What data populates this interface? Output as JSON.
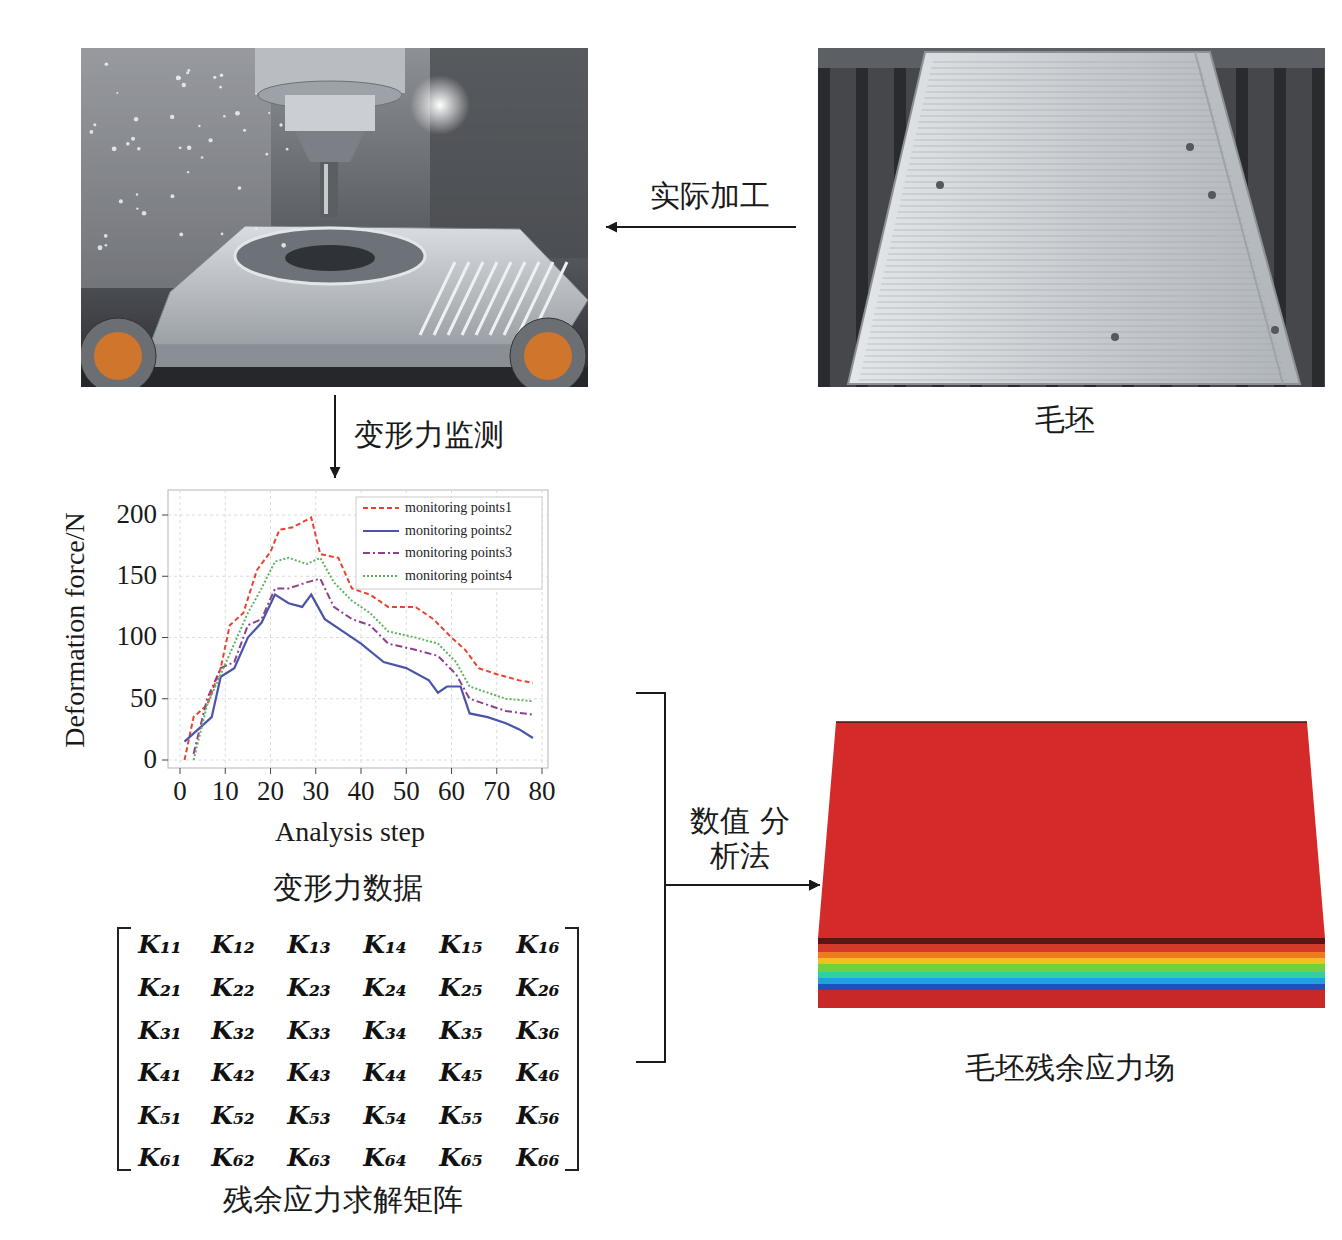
{
  "diagram": {
    "nodes": [
      {
        "text": []
      },
      {
        "text": [
          "毛坯"
        ]
      },
      {
        "text": [
          "变形力数据"
        ]
      },
      {
        "text": [
          "K₁₁",
          "K₁₂",
          "K₁₃",
          "K₁₄",
          "K₁₅",
          "K₁₆",
          "K₂₁",
          "K₂₂",
          "K₂₃",
          "K₂₄",
          "K₂₅",
          "K₂₆",
          "K₃₁",
          "K₃₂",
          "K₃₃",
          "K₃₄",
          "K₃₅",
          "K₃₆",
          "K₄₁",
          "K₄₂",
          "K₄₃",
          "K₄₄",
          "K₄₅",
          "K₄₆",
          "K₅₁",
          "K₅₂",
          "K₅₃",
          "K₅₄",
          "K₅₅",
          "K₅₆",
          "K₆₁",
          "K₆₂",
          "K₆₃",
          "K₆₄",
          "K₆₅",
          "K₆₆",
          "残余应力求解矩阵"
        ]
      },
      {
        "text": [
          "毛坯残余应力场"
        ]
      }
    ],
    "edges": [
      {
        "from": 1,
        "to": 0,
        "arrow": "to",
        "label": "实际加工"
      },
      {
        "from": 0,
        "to": 2,
        "arrow": "to",
        "label": "变形力监测"
      },
      {
        "from": 2,
        "to": 4,
        "arrow": "to",
        "label": "数值 分析法"
      },
      {
        "from": 3,
        "to": 4,
        "arrow": "to"
      }
    ],
    "labels": [
      "Deformation force/N",
      "200",
      "150",
      "100",
      "50",
      "0",
      "0",
      "10",
      "20",
      "30",
      "40",
      "50",
      "60",
      "70",
      "80",
      "Analysis step"
    ],
    "legend": [
      {
        "text": "monitoring points1"
      },
      {
        "text": "monitoring points2"
      },
      {
        "text": "monitoring points3"
      },
      {
        "text": "monitoring points4"
      }
    ]
  }
}
